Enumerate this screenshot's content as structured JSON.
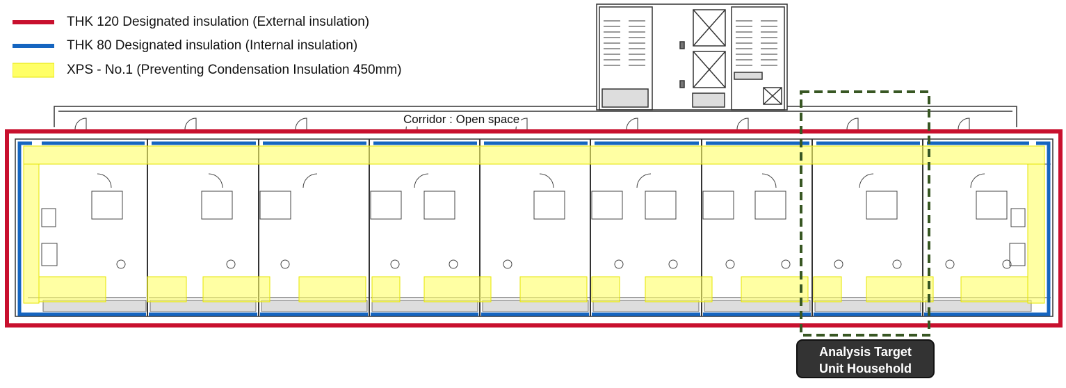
{
  "legend": [
    {
      "label": "THK 120 Designated insulation (External insulation)",
      "color": "#c8102e",
      "style": "line"
    },
    {
      "label": "THK 80 Designated insulation (Internal insulation)",
      "color": "#1565c0",
      "style": "line"
    },
    {
      "label": "XPS - No.1 (Preventing Condensation Insulation 450mm)",
      "color": "#ffff66",
      "style": "box"
    }
  ],
  "corridor_label": "Corridor : Open space",
  "target": {
    "line1": "Analysis Target",
    "line2": "Unit Household",
    "border_color": "#385723"
  },
  "colors": {
    "external_insulation": "#c8102e",
    "internal_insulation": "#1565c0",
    "xps_insulation": "#ffff66",
    "wall": "#333333"
  }
}
